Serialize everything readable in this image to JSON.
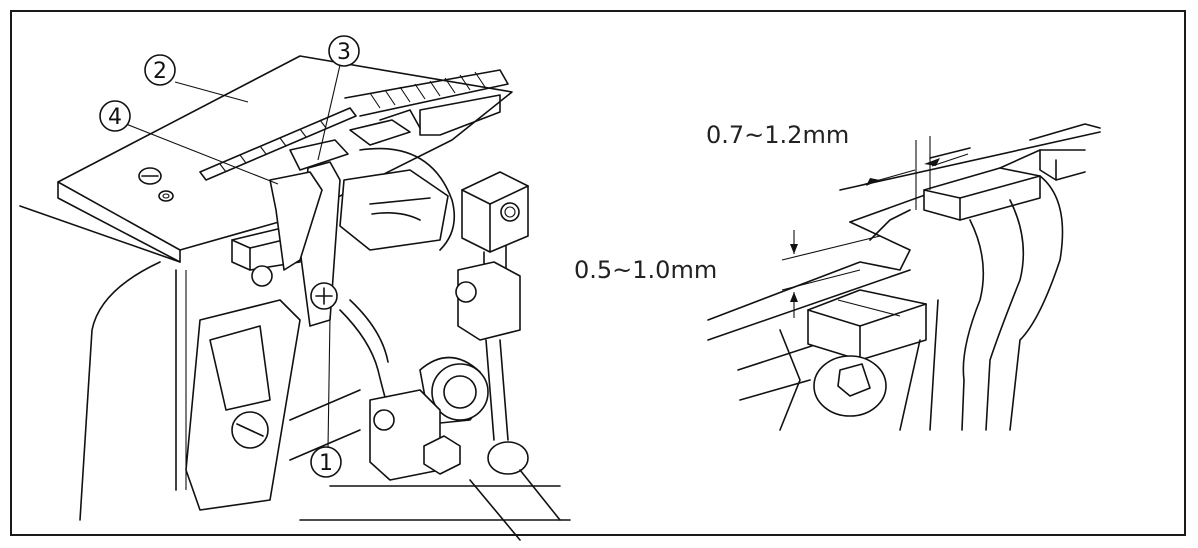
{
  "callouts": {
    "c1": "1",
    "c2": "2",
    "c3": "3",
    "c4": "4"
  },
  "dimensions": {
    "horizontal_gap": "0.7~1.2mm",
    "vertical_gap": "0.5~1.0mm"
  }
}
